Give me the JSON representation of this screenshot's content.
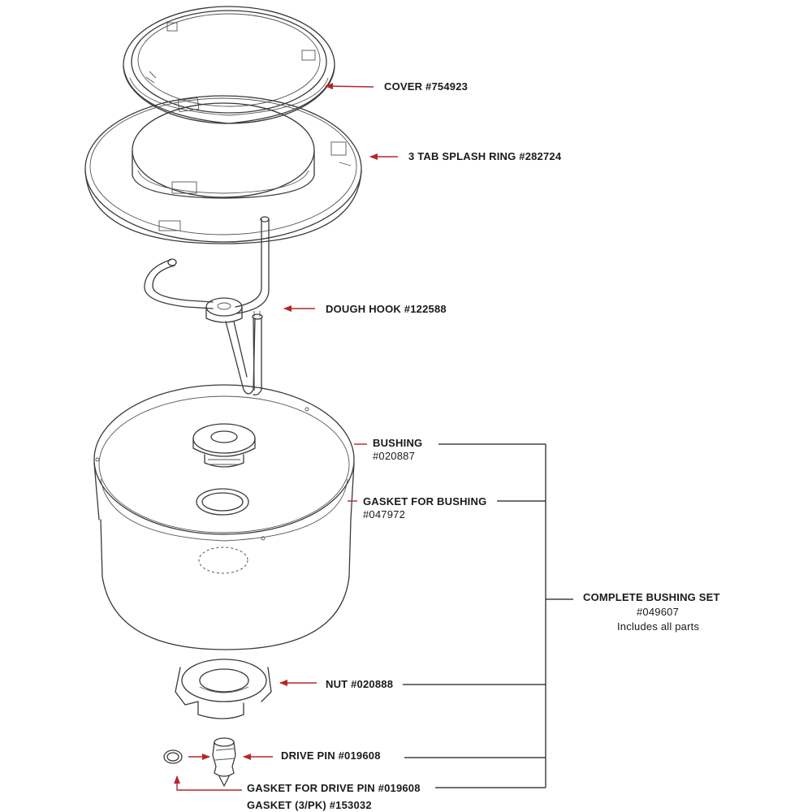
{
  "colors": {
    "callout": "#b5262b",
    "outline": "#3a3a3a",
    "text": "#1a1a1a",
    "background": "#ffffff"
  },
  "labels": {
    "cover": "COVER #754923",
    "splash_ring": "3 TAB SPLASH RING #282724",
    "dough_hook": "DOUGH HOOK #122588",
    "bushing_title": "BUSHING",
    "bushing_number": "#020887",
    "gasket_bushing_title": "GASKET FOR BUSHING",
    "gasket_bushing_number": "#047972",
    "complete_set_title": "COMPLETE BUSHING SET",
    "complete_set_number": "#049607",
    "complete_set_note": "Includes all parts",
    "nut": "NUT #020888",
    "drive_pin": "DRIVE PIN #019608",
    "gasket_drive_pin": "GASKET FOR DRIVE PIN #019608",
    "gasket_pack": "GASKET  (3/PK) #153032"
  }
}
